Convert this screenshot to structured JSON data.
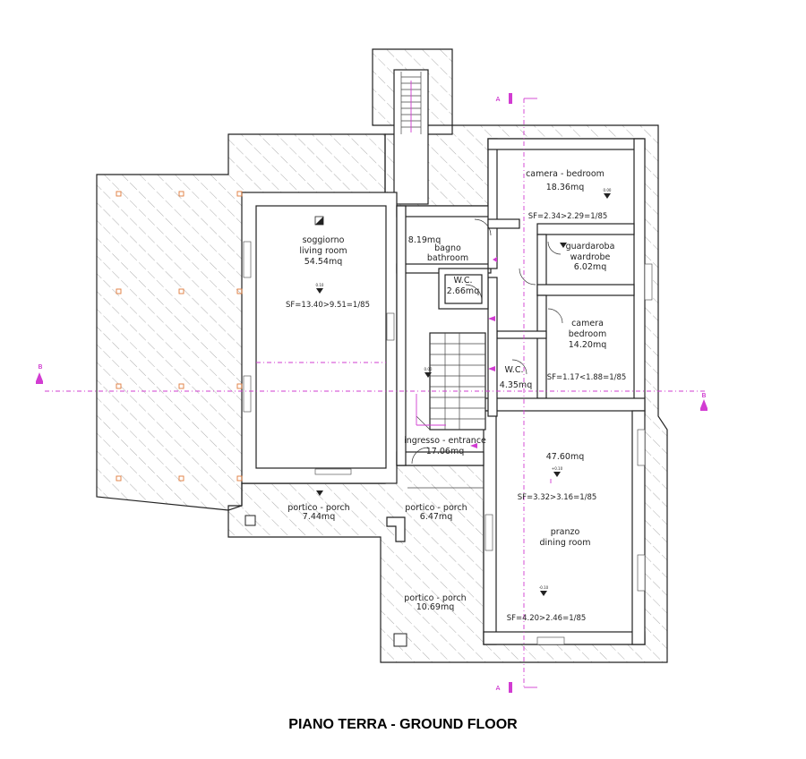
{
  "title": "PIANO TERRA - GROUND FLOOR",
  "rooms": {
    "soggiorno": {
      "name_it": "soggiorno",
      "name_en": "living room",
      "area": "54.54mq",
      "sf": "SF=13.40>9.51=1/85"
    },
    "bagno": {
      "area": "8.19mq",
      "name_it": "bagno",
      "name_en": "bathroom"
    },
    "wc1": {
      "name": "W.C.",
      "area": "2.66mq"
    },
    "camera1": {
      "name": "camera - bedroom",
      "area": "18.36mq",
      "sf": "SF=2.34>2.29=1/85"
    },
    "guardaroba": {
      "name_it": "guardaroba",
      "name_en": "wardrobe",
      "area": "6.02mq"
    },
    "camera2": {
      "name_it": "camera",
      "name_en": "bedroom",
      "area": "14.20mq"
    },
    "wc2": {
      "name": "W.C.",
      "area": "4.35mq",
      "sf": "SF=1.17<1.88=1/85"
    },
    "ingresso": {
      "name": "ingresso - entrance",
      "area": "17.06mq"
    },
    "pranzo": {
      "area": "47.60mq",
      "sf1": "SF=3.32>3.16=1/85",
      "name_it": "pranzo",
      "name_en": "dining room",
      "sf2": "SF=4.20>2.46=1/85"
    },
    "porch1": {
      "name": "portico - porch",
      "area": "7.44mq"
    },
    "porch2": {
      "name": "portico - porch",
      "area": "6.47mq"
    },
    "porch3": {
      "name": "portico - porch",
      "area": "10.69mq"
    }
  },
  "levels": {
    "l1": "0.10",
    "l2": "0.00",
    "l3": "0.00",
    "l4": "-0.10",
    "l5": "+0.10",
    "l6": "-0.10"
  },
  "sections": {
    "a_top": "A",
    "a_bottom": "A",
    "b_left": "B",
    "b_right": "B"
  },
  "colors": {
    "section_line": "#d23cd2",
    "column_marker": "#e07a3a",
    "wall_line": "#222222"
  }
}
